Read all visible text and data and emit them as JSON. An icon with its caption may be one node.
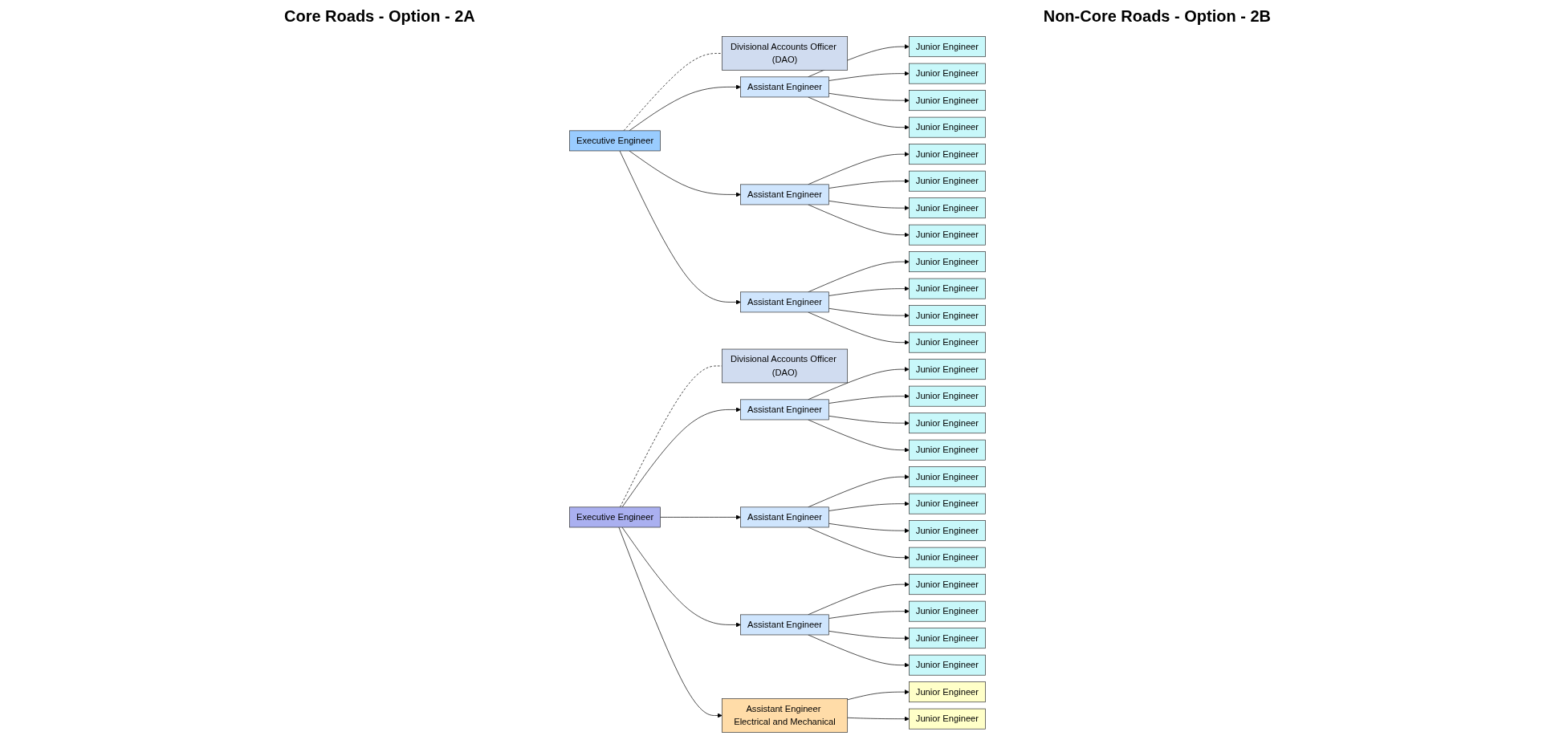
{
  "diagram": {
    "nodes": [
      {
        "text": [
          "Executive Engineer"
        ]
      },
      {
        "text": [
          "Divisional Accounts Officer (DAO)"
        ]
      },
      {
        "text": [
          "Assistant Engineer"
        ]
      },
      {
        "text": [
          "Assistant Engineer"
        ]
      },
      {
        "text": [
          "Assistant Engineer"
        ]
      },
      {
        "text": [
          "Junior Engineer"
        ]
      },
      {
        "text": [
          "Junior Engineer"
        ]
      },
      {
        "text": [
          "Junior Engineer"
        ]
      },
      {
        "text": [
          "Junior Engineer"
        ]
      },
      {
        "text": [
          "Junior Engineer"
        ]
      },
      {
        "text": [
          "Junior Engineer"
        ]
      },
      {
        "text": [
          "Junior Engineer"
        ]
      },
      {
        "text": [
          "Junior Engineer"
        ]
      },
      {
        "text": [
          "Junior Engineer"
        ]
      },
      {
        "text": [
          "Junior Engineer"
        ]
      },
      {
        "text": [
          "Junior Engineer"
        ]
      },
      {
        "text": [
          "Junior Engineer"
        ]
      },
      {
        "text": [
          "Executive Engineer"
        ]
      },
      {
        "text": [
          "Divisional Accounts Officer (DAO)"
        ]
      },
      {
        "text": [
          "Assistant Engineer"
        ]
      },
      {
        "text": [
          "Assistant Engineer"
        ]
      },
      {
        "text": [
          "Assistant Engineer"
        ]
      },
      {
        "text": [
          "Assistant Engineer Electrical and Mechanical"
        ]
      },
      {
        "text": [
          "Junior Engineer"
        ]
      },
      {
        "text": [
          "Junior Engineer"
        ]
      },
      {
        "text": [
          "Junior Engineer"
        ]
      },
      {
        "text": [
          "Junior Engineer"
        ]
      },
      {
        "text": [
          "Junior Engineer"
        ]
      },
      {
        "text": [
          "Junior Engineer"
        ]
      },
      {
        "text": [
          "Junior Engineer"
        ]
      },
      {
        "text": [
          "Junior Engineer"
        ]
      },
      {
        "text": [
          "Junior Engineer"
        ]
      },
      {
        "text": [
          "Junior Engineer"
        ]
      },
      {
        "text": [
          "Junior Engineer"
        ]
      },
      {
        "text": [
          "Junior Engineer"
        ]
      },
      {
        "text": [
          "Junior Engineer"
        ]
      },
      {
        "text": [
          "Junior Engineer"
        ]
      }
    ],
    "edges": [
      {
        "from": 0,
        "to": 1,
        "arrow": "none",
        "style": "dashed"
      },
      {
        "from": 0,
        "to": 2,
        "arrow": "to"
      },
      {
        "from": 0,
        "to": 3,
        "arrow": "to"
      },
      {
        "from": 0,
        "to": 4,
        "arrow": "to"
      },
      {
        "from": 2,
        "to": 5,
        "arrow": "to"
      },
      {
        "from": 2,
        "to": 6,
        "arrow": "to"
      },
      {
        "from": 2,
        "to": 7,
        "arrow": "to"
      },
      {
        "from": 2,
        "to": 8,
        "arrow": "to"
      },
      {
        "from": 3,
        "to": 9,
        "arrow": "to"
      },
      {
        "from": 3,
        "to": 10,
        "arrow": "to"
      },
      {
        "from": 3,
        "to": 11,
        "arrow": "to"
      },
      {
        "from": 3,
        "to": 12,
        "arrow": "to"
      },
      {
        "from": 4,
        "to": 13,
        "arrow": "to"
      },
      {
        "from": 4,
        "to": 14,
        "arrow": "to"
      },
      {
        "from": 4,
        "to": 15,
        "arrow": "to"
      },
      {
        "from": 4,
        "to": 16,
        "arrow": "to"
      },
      {
        "from": 17,
        "to": 18,
        "arrow": "none",
        "style": "dashed"
      },
      {
        "from": 17,
        "to": 19,
        "arrow": "to"
      },
      {
        "from": 17,
        "to": 20,
        "arrow": "to"
      },
      {
        "from": 17,
        "to": 21,
        "arrow": "to"
      },
      {
        "from": 17,
        "to": 22,
        "arrow": "to"
      },
      {
        "from": 19,
        "to": 23,
        "arrow": "to"
      },
      {
        "from": 19,
        "to": 24,
        "arrow": "to"
      },
      {
        "from": 19,
        "to": 25,
        "arrow": "to"
      },
      {
        "from": 19,
        "to": 26,
        "arrow": "to"
      },
      {
        "from": 20,
        "to": 27,
        "arrow": "to"
      },
      {
        "from": 20,
        "to": 28,
        "arrow": "to"
      },
      {
        "from": 20,
        "to": 29,
        "arrow": "to"
      },
      {
        "from": 20,
        "to": 30,
        "arrow": "to"
      },
      {
        "from": 21,
        "to": 31,
        "arrow": "to"
      },
      {
        "from": 21,
        "to": 32,
        "arrow": "to"
      },
      {
        "from": 21,
        "to": 33,
        "arrow": "to"
      },
      {
        "from": 21,
        "to": 34,
        "arrow": "to"
      },
      {
        "from": 22,
        "to": 35,
        "arrow": "to"
      },
      {
        "from": 22,
        "to": 36,
        "arrow": "to"
      }
    ],
    "labels": [
      "Core Roads - Option - 2A",
      "Non-Core Roads - Option - 2B"
    ]
  }
}
